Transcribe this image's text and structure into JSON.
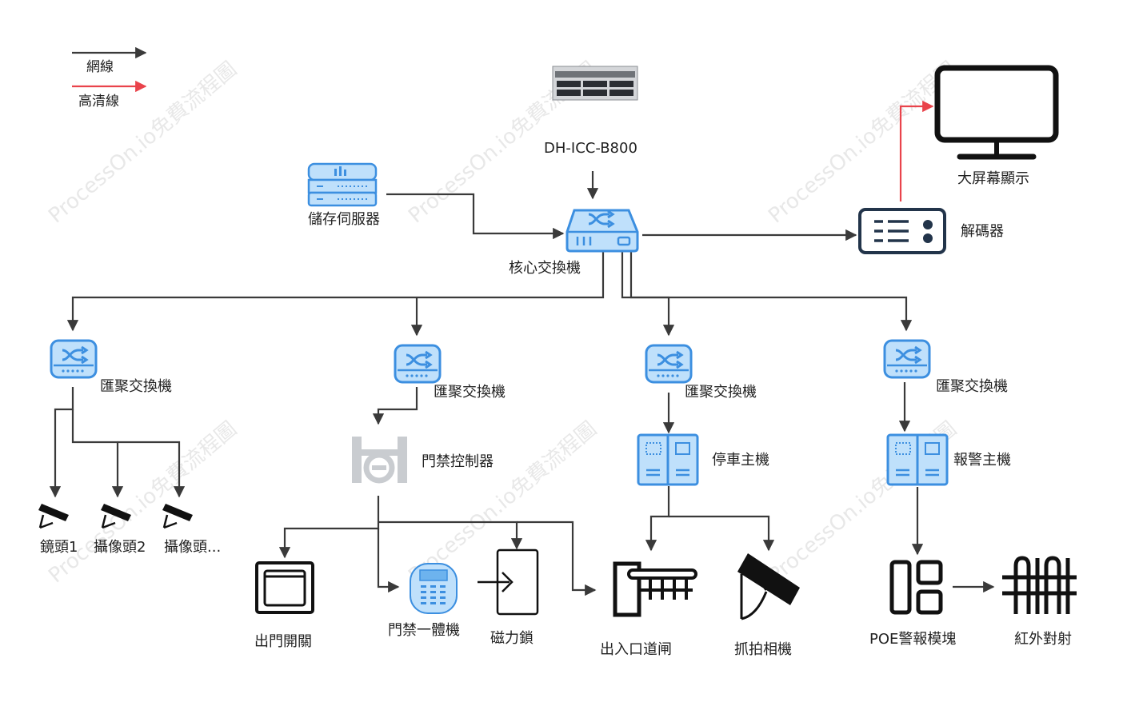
{
  "legend": {
    "network": "網線",
    "hd": "高清線"
  },
  "watermark": "ProcessOn.io免費流程圖",
  "nodes": {
    "platform": "DH-ICC-B800",
    "storage": "儲存伺服器",
    "core_switch": "核心交換機",
    "decoder": "解碼器",
    "big_screen": "大屏幕顯示",
    "agg_switch_1": "匯聚交換機",
    "agg_switch_2": "匯聚交換機",
    "agg_switch_3": "匯聚交換機",
    "agg_switch_4": "匯聚交換機",
    "camera_1": "鏡頭1",
    "camera_2": "攝像頭2",
    "camera_3": "攝像頭...",
    "access_controller": "門禁控制器",
    "exit_button": "出門開關",
    "access_terminal": "門禁一體機",
    "mag_lock": "磁力鎖",
    "gate": "出入口道闸",
    "parking_host": "停車主機",
    "capture_camera": "抓拍相機",
    "alarm_host": "報警主機",
    "poe_module": "POE警報模塊",
    "infrared": "紅外對射"
  },
  "colors": {
    "line": "#3a3a3a",
    "hd_line": "#e9434b",
    "device_blue": "#3c8fe0",
    "device_blue_light": "#bfe0fb",
    "dark": "#111111",
    "controller_gray": "#c9ccd0"
  }
}
